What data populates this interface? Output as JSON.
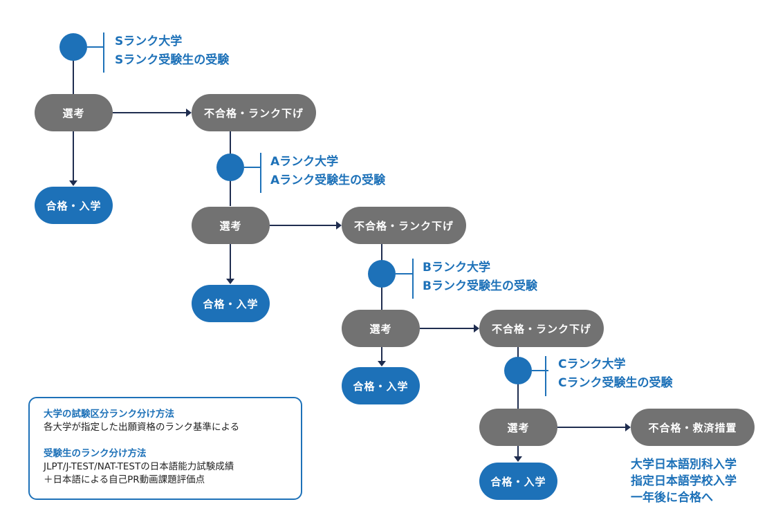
{
  "colors": {
    "accent_blue": "#1d71b8",
    "pill_gray": "#727272",
    "connector_navy": "#1f2d4f",
    "text_dark": "#222222"
  },
  "stages": [
    {
      "rank": "S",
      "label_line1": "Sランク大学",
      "label_line2": "Sランク受験生の受験",
      "select": "選考",
      "pass": "合格・入学",
      "fail": "不合格・ランク下げ"
    },
    {
      "rank": "A",
      "label_line1": "Aランク大学",
      "label_line2": "Aランク受験生の受験",
      "select": "選考",
      "pass": "合格・入学",
      "fail": "不合格・ランク下げ"
    },
    {
      "rank": "B",
      "label_line1": "Bランク大学",
      "label_line2": "Bランク受験生の受験",
      "select": "選考",
      "pass": "合格・入学",
      "fail": "不合格・ランク下げ"
    },
    {
      "rank": "C",
      "label_line1": "Cランク大学",
      "label_line2": "Cランク受験生の受験",
      "select": "選考",
      "pass": "合格・入学",
      "fail": "不合格・救済措置"
    }
  ],
  "rescue_options": [
    "大学日本語別科入学",
    "指定日本語学校入学",
    "一年後に合格へ"
  ],
  "note": {
    "heading1": "大学の試験区分ランク分け方法",
    "text1": "各大学が指定した出願資格のランク基準による",
    "heading2": "受験生のランク分け方法",
    "text2_line1": "JLPT/J-TEST/NAT-TESTの日本語能力試験成績",
    "text2_line2": "＋日本語による自己PR動画課題評価点"
  }
}
